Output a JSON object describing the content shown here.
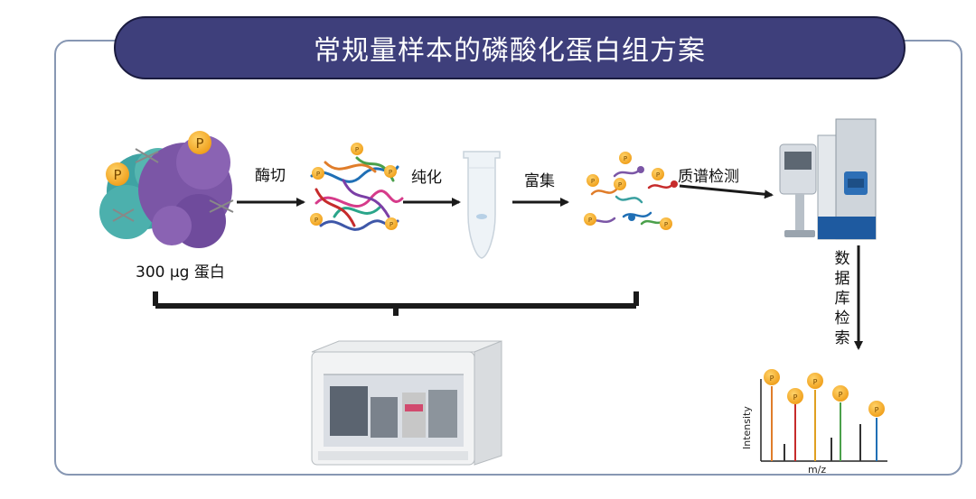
{
  "title": "常规量样本的磷酸化蛋白组方案",
  "sample_label": "300 μg 蛋白",
  "steps": {
    "digest": "酶切",
    "purify": "纯化",
    "enrich": "富集",
    "ms": "质谱检测",
    "search": "数据库检索"
  },
  "phospho_marker": "P",
  "spectrum": {
    "y_label": "Intensity",
    "x_label": "m/z"
  },
  "colors": {
    "banner": "#3e3f7b",
    "panel_border": "#8797b3",
    "phospho": "#f5a623",
    "arrow": "#1a1a1a"
  }
}
